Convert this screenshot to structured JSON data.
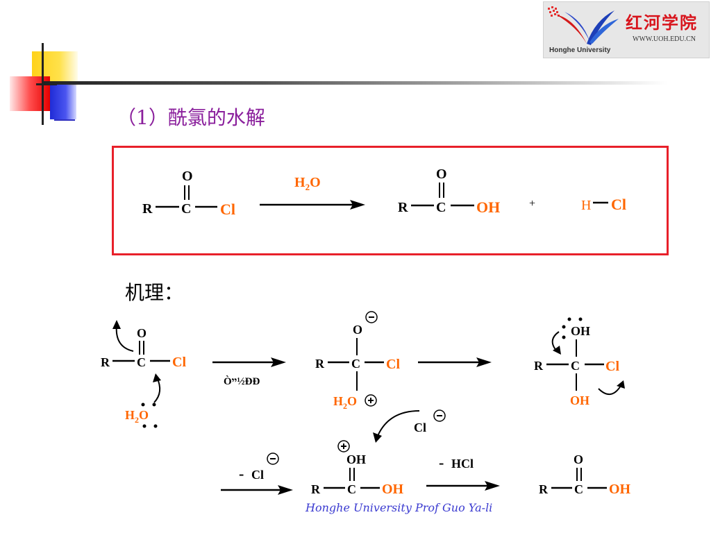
{
  "logo": {
    "name": "红河学院",
    "url": "WWW.UOH.EDU.CN",
    "university": "Honghe University"
  },
  "heading": "（1）酰氯的水解",
  "mechanism_label": "机理：",
  "reaction": {
    "reactant": {
      "o": "O",
      "r": "R",
      "c": "C",
      "cl": "Cl"
    },
    "reagent_h": "H",
    "reagent_sub": "2",
    "reagent_o": "O",
    "product": {
      "o": "O",
      "r": "R",
      "c": "C",
      "oh": "OH"
    },
    "plus": "+",
    "hcl_h": "H",
    "hcl_cl": "Cl"
  },
  "mechanism": {
    "step1": {
      "o": "O",
      "r": "R",
      "c": "C",
      "cl": "Cl",
      "water_h": "H",
      "water_sub": "2",
      "water_o": "O"
    },
    "arrow1_label": "Òײ½ÐÐ",
    "step2": {
      "o": "O",
      "minus": "−",
      "r": "R",
      "c": "C",
      "cl": "Cl",
      "h": "H",
      "sub": "2",
      "o2": "O",
      "plus": "+"
    },
    "step3": {
      "oh": "OH",
      "r": "R",
      "c": "C",
      "cl": "Cl",
      "oh2": "OH"
    },
    "chloride": {
      "cl": "Cl",
      "minus": "−"
    },
    "loss_label_dash": "-",
    "loss_label_cl": "Cl",
    "loss_minus": "−",
    "step4": {
      "plus": "+",
      "oh": "OH",
      "r": "R",
      "c": "C",
      "oh2": "OH"
    },
    "hcl_label_dash": "-",
    "hcl_label": "HCl",
    "step5": {
      "o": "O",
      "r": "R",
      "c": "C",
      "oh": "OH"
    }
  },
  "footer": "Honghe University  Prof Guo Ya-li",
  "colors": {
    "accent": "#ff6600",
    "heading": "#8a1f9c",
    "box": "#e8202a"
  }
}
